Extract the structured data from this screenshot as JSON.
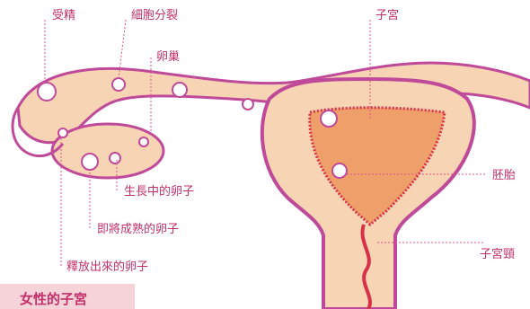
{
  "labels": {
    "fertilized": "受精",
    "division": "細胞分裂",
    "ovary": "卵巢",
    "uterus": "子宮",
    "growing_egg": "生長中的卵子",
    "maturing_egg": "即將成熟的卵子",
    "released_egg": "釋放出來的卵子",
    "embryo": "胚胎",
    "cervix": "子宮頸"
  },
  "title": "女性的子宮",
  "colors": {
    "outline": "#c04a9a",
    "tissue": "#f7d4b4",
    "endometrium": "#ef9f6a",
    "lining": "#d9304a",
    "leader": "#e05090",
    "text": "#c0306a",
    "title_bg": "#f6d3d8"
  }
}
